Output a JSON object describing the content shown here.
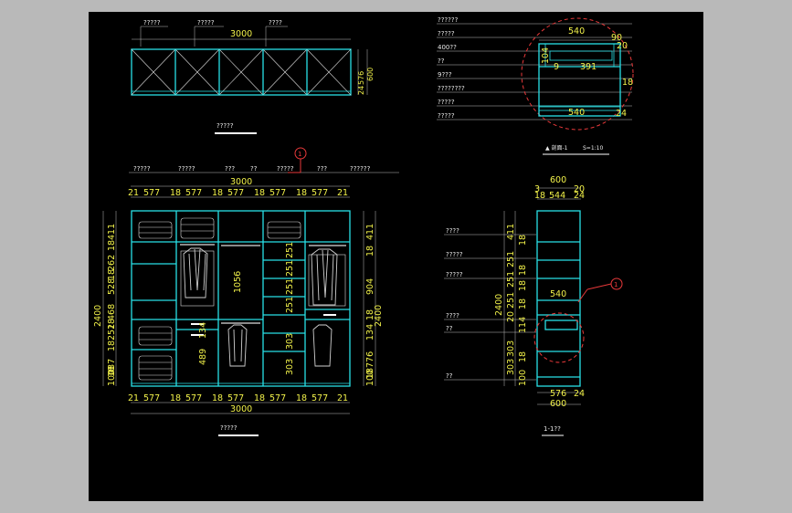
{
  "top_elevation": {
    "callouts": [
      "?????",
      "?????",
      "????"
    ],
    "width_dim": "3000",
    "right_dims": [
      "576",
      "600",
      "24"
    ],
    "title": "?????"
  },
  "front_elevation": {
    "top_labels": [
      "?????",
      "?????",
      "???",
      "??",
      "?????",
      "???",
      "??????"
    ],
    "total_width": "3000",
    "segments": [
      "21",
      "577",
      "18",
      "577",
      "18",
      "577",
      "18",
      "577",
      "18",
      "577",
      "21"
    ],
    "height_total": "2400",
    "left_dims": [
      "411",
      "18",
      "262",
      "18",
      "528",
      "468",
      "18",
      "252",
      "18",
      "487",
      "18",
      "100"
    ],
    "right_dims": [
      "411",
      "18",
      "904",
      "18",
      "134",
      "776",
      "18",
      "100"
    ],
    "interior_dims": [
      "1056",
      "251",
      "251",
      "251",
      "251",
      "303",
      "303",
      "489",
      "134"
    ],
    "title": "?????",
    "section_marker": "1"
  },
  "detail_panel": {
    "labels": [
      "??????",
      "?????",
      "400??",
      "??",
      "9???",
      "????????",
      "?????",
      "?????"
    ],
    "dims": [
      "540",
      "90",
      "20",
      "104",
      "9",
      "391",
      "18",
      "540",
      "24"
    ],
    "caption_left": "▲ 剖面-1",
    "caption_right": "S=1:10"
  },
  "side_section": {
    "top_dims": [
      "600",
      "3",
      "20",
      "544",
      "18",
      "24"
    ],
    "labels": [
      "????",
      "?????",
      "?????",
      "????",
      "??",
      "??"
    ],
    "left_dims": [
      "411",
      "18",
      "251",
      "18",
      "251",
      "18",
      "251",
      "18",
      "20",
      "114",
      "303",
      "18",
      "303",
      "100"
    ],
    "height_total": "2400",
    "inner_dim": "540",
    "bottom_dims": [
      "576",
      "24",
      "600"
    ],
    "title": "1-1??",
    "marker": "1"
  },
  "colors": {
    "cyan": "#28e0e6",
    "yellow": "#f2f24a",
    "red": "#e8393a",
    "background": "#000000",
    "frame": "#b9b9b9"
  }
}
